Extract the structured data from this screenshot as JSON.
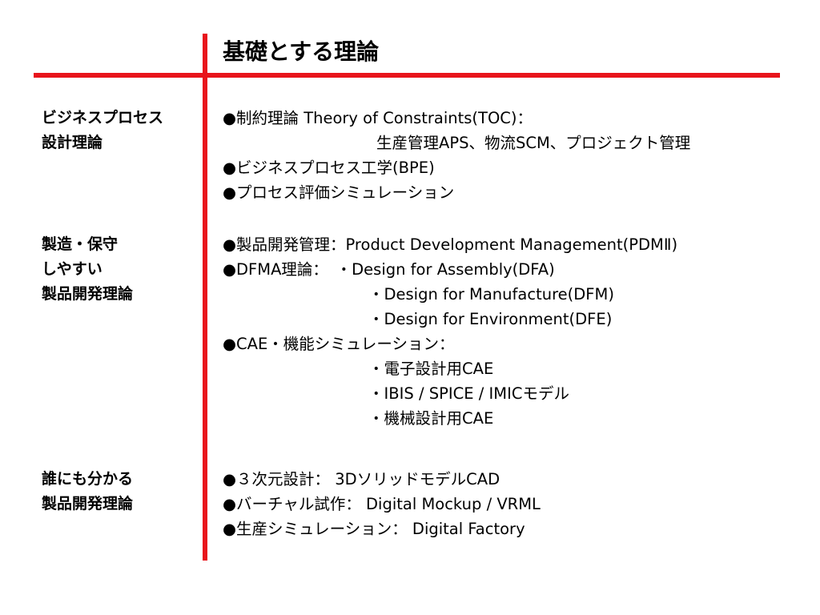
{
  "title": "基礎とする理論",
  "colors": {
    "accent": "#e8141b",
    "text": "#000000",
    "background": "#ffffff"
  },
  "sections": [
    {
      "label": [
        "ビジネスプロセス",
        "設計理論"
      ],
      "lines": [
        "●制約理論 Theory of Constraints(TOC)：",
        "生産管理APS、物流SCM、プロジェクト管理",
        "●ビジネスプロセス工学(BPE)",
        "●プロセス評価シミュレーション"
      ]
    },
    {
      "label": [
        "製造・保守",
        "しやすい",
        "製品開発理論"
      ],
      "lines": [
        "●製品開発管理：Product Development Management(PDMⅡ)",
        "●DFMA理論：　・Design for Assembly(DFA)",
        "・Design for Manufacture(DFM)",
        "・Design for Environment(DFE)",
        "●CAE・機能シミュレーション：",
        "・電子設計用CAE",
        "・IBIS / SPICE / IMICモデル",
        "・機械設計用CAE"
      ]
    },
    {
      "label": [
        "誰にも分かる",
        "製品開発理論"
      ],
      "lines": [
        "●３次元設計： 3DソリッドモデルCAD",
        "●バーチャル試作： Digital Mockup / VRML",
        "●生産シミュレーション： Digital Factory"
      ]
    }
  ]
}
